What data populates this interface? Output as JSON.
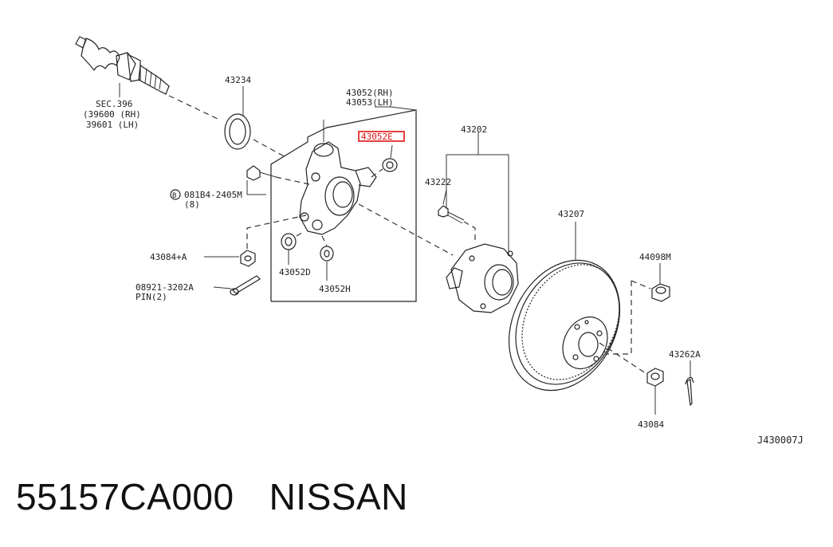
{
  "labels": {
    "sec396": "SEC.396",
    "sec396_rh": "(39600 (RH)",
    "sec396_lh": "39601 (LH)",
    "p43234": "43234",
    "knuckle_rh": "43052(RH)",
    "knuckle_lh": "43053(LH)",
    "p43052e": "43052E",
    "bolt_b": "B",
    "bolt_no": "081B4-2405M",
    "bolt_qty": "(8)",
    "p43084a": "43084+A",
    "p43052d": "43052D",
    "p43052h": "43052H",
    "pin_no": "08921-3202A",
    "pin_qty": "PIN(2)",
    "p43202": "43202",
    "p43222": "43222",
    "p43207": "43207",
    "p44098m": "44098M",
    "p43262a": "43262A",
    "p43084": "43084",
    "diagram_code": "J430007J"
  },
  "highlight": {
    "label": "43052E",
    "color": "#e01010"
  },
  "caption": {
    "part_number": "55157CA000",
    "brand": "NISSAN"
  },
  "colors": {
    "ink": "#222222",
    "highlight": "#e01010",
    "background": "#ffffff"
  }
}
